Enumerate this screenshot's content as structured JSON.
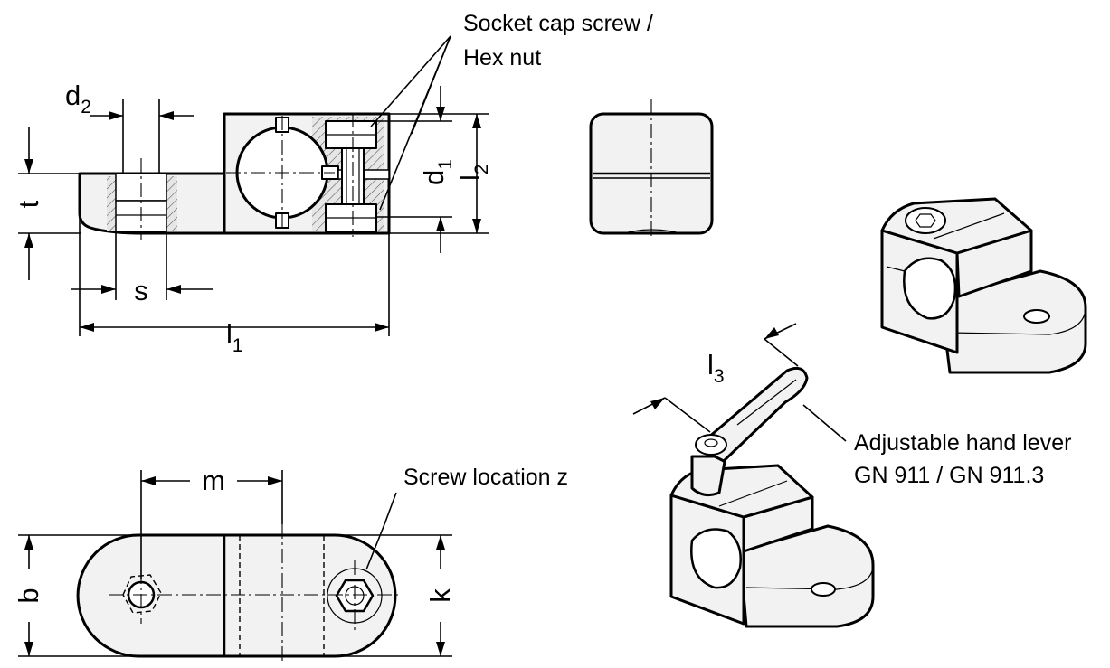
{
  "labels": {
    "socket_cap_screw_line1": "Socket cap screw /",
    "socket_cap_screw_line2": "Hex nut",
    "screw_location": "Screw location z",
    "hand_lever_line1": "Adjustable hand lever",
    "hand_lever_line2": "GN 911 / GN 911.3"
  },
  "dimensions": {
    "d2": {
      "base": "d",
      "sub": "2"
    },
    "t": "t",
    "s": "s",
    "l1": {
      "base": "l",
      "sub": "1"
    },
    "d1": {
      "base": "d",
      "sub": "1"
    },
    "l2": {
      "base": "l",
      "sub": "2"
    },
    "l3": {
      "base": "l",
      "sub": "3"
    },
    "m": "m",
    "b": "b",
    "k": "k"
  }
}
